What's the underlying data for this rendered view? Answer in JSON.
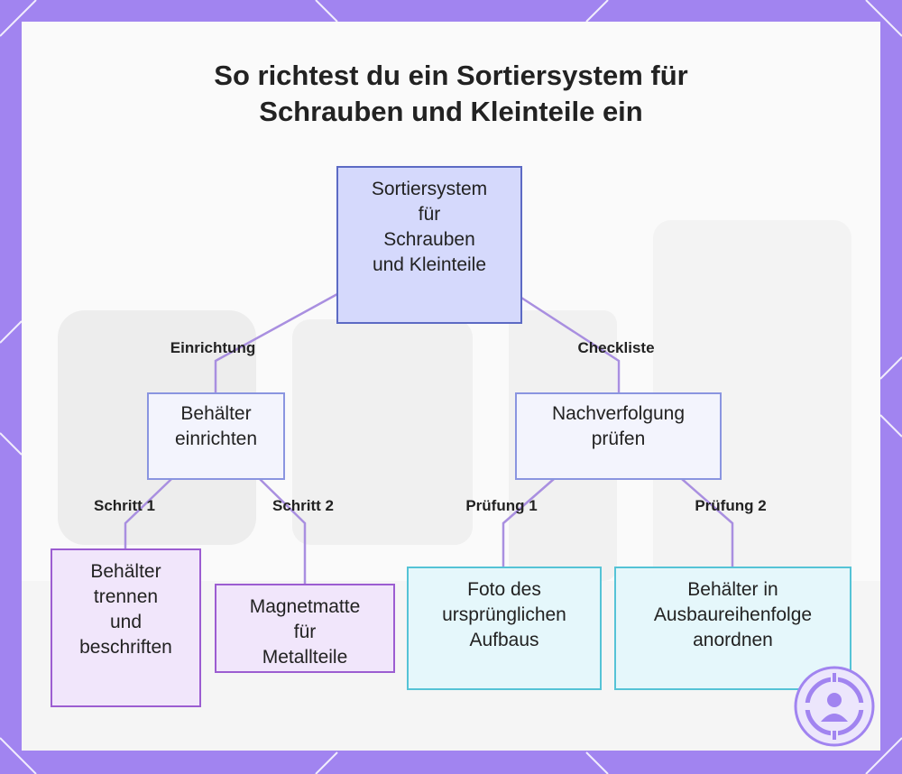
{
  "title": {
    "line1": "So richtest du ein Sortiersystem für",
    "line2": "Schrauben und Kleinteile ein"
  },
  "nodes": {
    "root": "Sortiersystem\nfür\nSchrauben\nund Kleinteile",
    "behaelter": "Behälter\neinrichten",
    "nachverfolgung": "Nachverfolgung\nprüfen",
    "trennen": "Behälter\ntrennen\nund\nbeschriften",
    "magnet": "Magnetmatte\nfür\nMetallteile",
    "foto": "Foto des\nursprünglichen\nAufbaus",
    "anordnen": "Behälter in\nAusbaureihenfolge\nanordnen"
  },
  "edge_labels": {
    "einrichtung": "Einrichtung",
    "checkliste": "Checkliste",
    "schritt1": "Schritt 1",
    "schritt2": "Schritt 2",
    "pruefung1": "Prüfung 1",
    "pruefung2": "Prüfung 2"
  },
  "colors": {
    "frame": "#a184f0",
    "root_fill": "#d5d9fc",
    "root_border": "#5c6ac4",
    "mid_border": "#8a95e0",
    "purple_border": "#9c5dd1",
    "cyan_border": "#55c3d6",
    "edge": "#a98fe0"
  },
  "icons": {
    "logo": "target-person-icon"
  }
}
